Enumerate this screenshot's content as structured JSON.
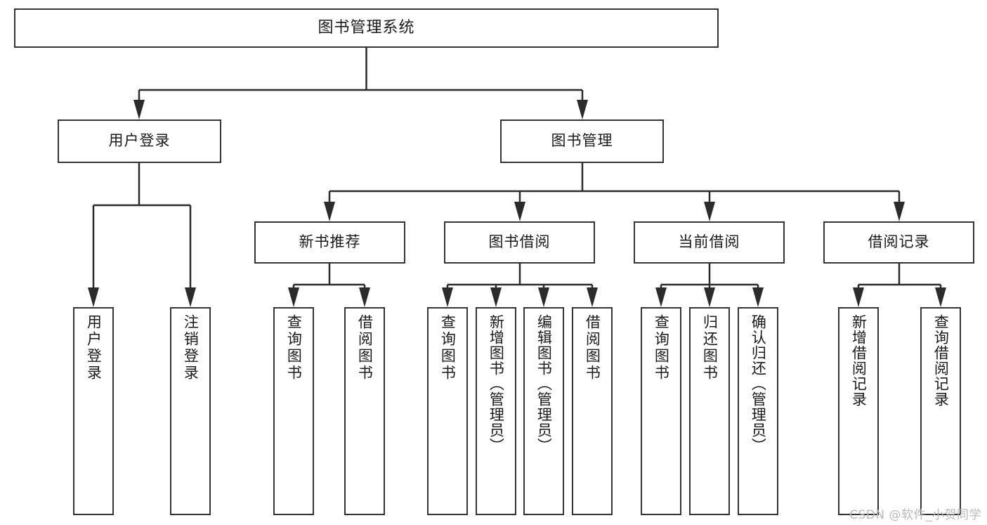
{
  "diagram": {
    "title": "图书管理系统",
    "type": "tree-hierarchy",
    "watermark": "CSDN @软件_小贺同学",
    "colors": {
      "box_border": "#333333",
      "box_fill": "#ffffff",
      "connector": "#2b2b2b",
      "text": "#1a1a1a",
      "watermark": "#b9b9b9",
      "background": "#ffffff"
    },
    "levels": {
      "root": {
        "label": "图书管理系统"
      },
      "level2": [
        {
          "id": "user-login",
          "label": "用户登录"
        },
        {
          "id": "book-manage",
          "label": "图书管理"
        }
      ],
      "level3": [
        {
          "id": "new-book-recommend",
          "label": "新书推荐",
          "parent": "book-manage"
        },
        {
          "id": "book-borrow",
          "label": "图书借阅",
          "parent": "book-manage"
        },
        {
          "id": "current-borrow",
          "label": "当前借阅",
          "parent": "book-manage"
        },
        {
          "id": "borrow-record",
          "label": "借阅记录",
          "parent": "book-manage"
        }
      ],
      "leaves": [
        {
          "id": "leaf-user-login",
          "label": "用户登录",
          "parent": "user-login"
        },
        {
          "id": "leaf-user-logout",
          "label": "注销登录",
          "parent": "user-login"
        },
        {
          "id": "leaf-query-book-1",
          "label": "查询图书",
          "parent": "new-book-recommend"
        },
        {
          "id": "leaf-borrow-book-1",
          "label": "借阅图书",
          "parent": "new-book-recommend"
        },
        {
          "id": "leaf-query-book-2",
          "label": "查询图书",
          "parent": "book-borrow"
        },
        {
          "id": "leaf-add-book",
          "label": "新增图书（管理员）",
          "parent": "book-borrow"
        },
        {
          "id": "leaf-edit-book",
          "label": "编辑图书（管理员）",
          "parent": "book-borrow"
        },
        {
          "id": "leaf-borrow-book-2",
          "label": "借阅图书",
          "parent": "book-borrow"
        },
        {
          "id": "leaf-query-book-3",
          "label": "查询图书",
          "parent": "current-borrow"
        },
        {
          "id": "leaf-return-book",
          "label": "归还图书",
          "parent": "current-borrow"
        },
        {
          "id": "leaf-confirm-return",
          "label": "确认归还（管理员）",
          "parent": "current-borrow"
        },
        {
          "id": "leaf-add-record",
          "label": "新增借阅记录",
          "parent": "borrow-record"
        },
        {
          "id": "leaf-query-record",
          "label": "查询借阅记录",
          "parent": "borrow-record"
        }
      ]
    }
  }
}
